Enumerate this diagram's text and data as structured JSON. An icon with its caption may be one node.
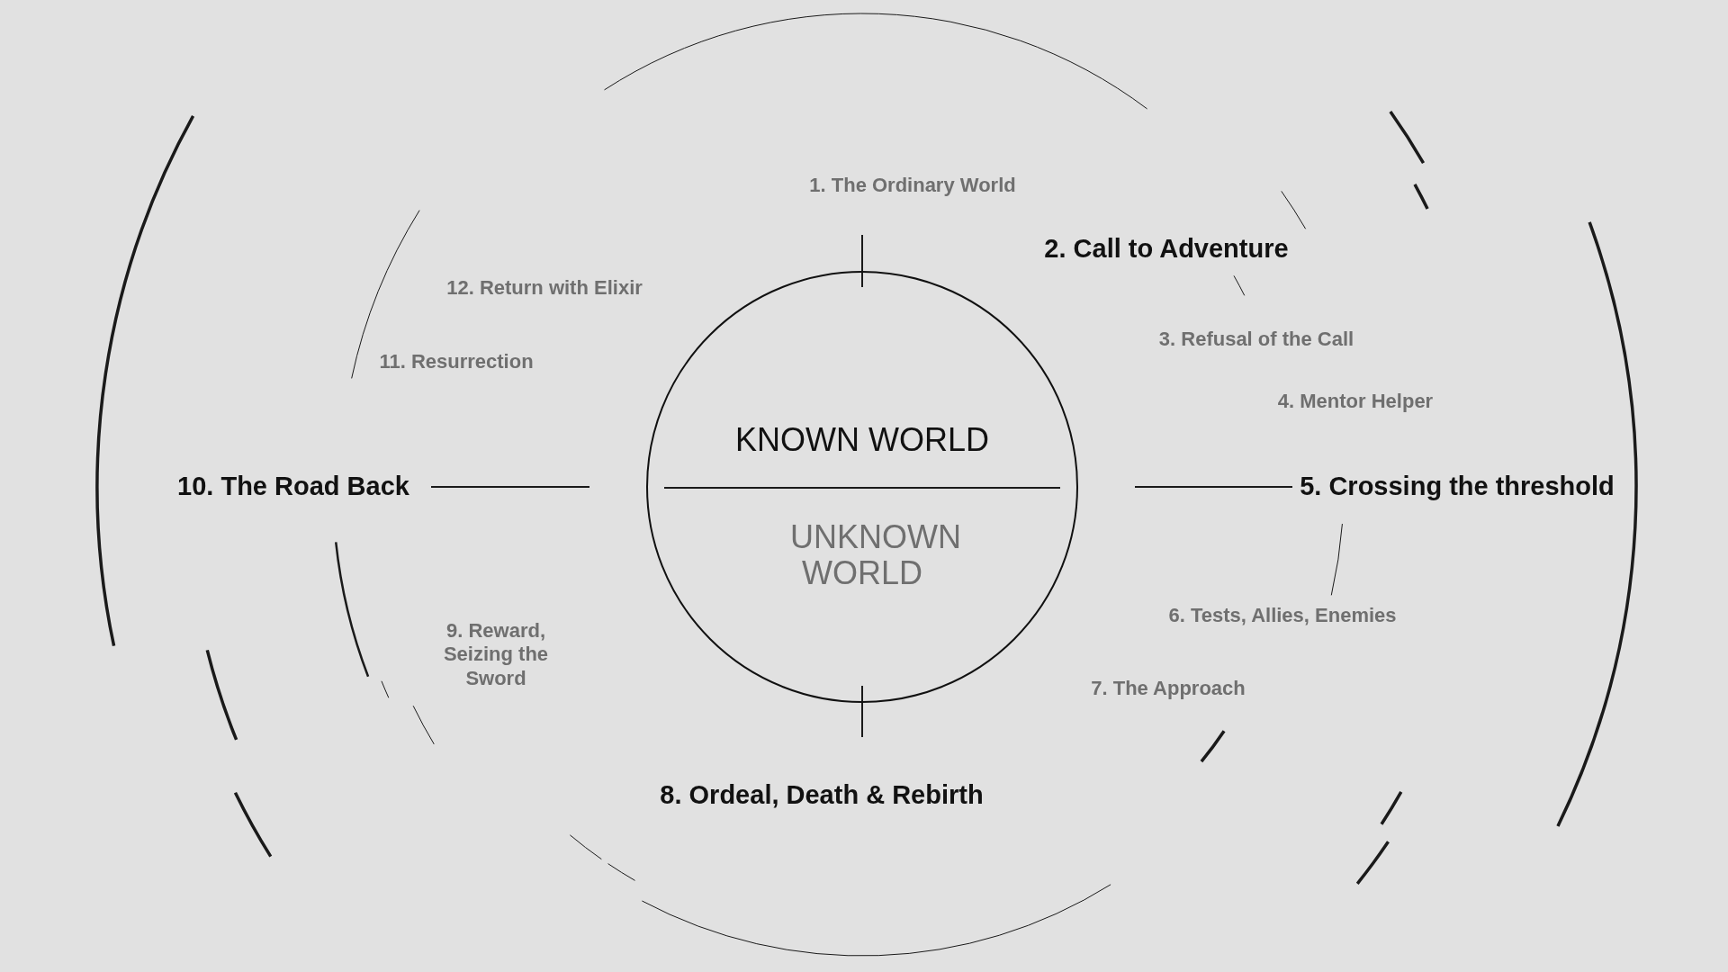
{
  "diagram": {
    "nodes": [
      {
        "text": [
          "KNOWN WORLD",
          "UNKNOWN WORLD"
        ]
      }
    ],
    "edges": [],
    "labels": [
      "1. The Ordinary World",
      "2. Call to Adventure",
      "3. Refusal of the Call",
      "4. Mentor Helper",
      "5. Crossing the threshold",
      "6. Tests, Allies, Enemies",
      "7. The Approach",
      "8. Ordeal, Death & Rebirth",
      "9. Reward, Seizing the Sword",
      "10. The Road Back",
      "11. Resurrection",
      "12. Return with Elixir"
    ]
  }
}
